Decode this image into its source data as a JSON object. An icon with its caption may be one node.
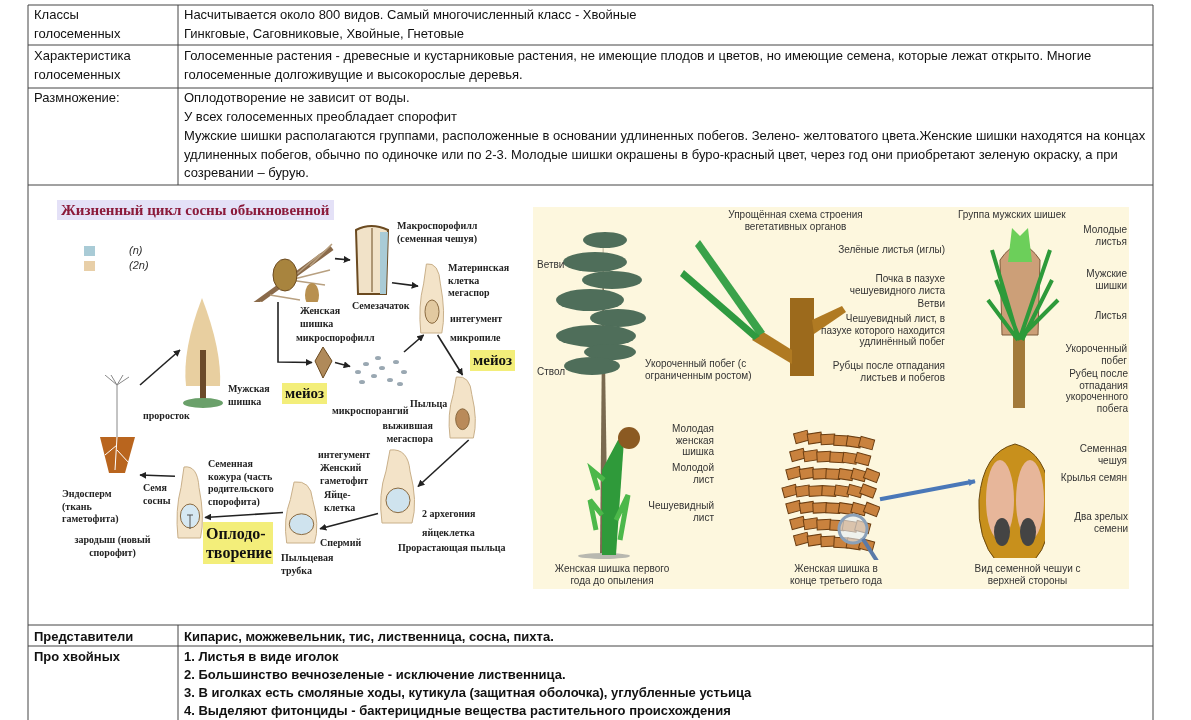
{
  "diagram": {
    "title": "Жизненный цикл сосны обыкновенной",
    "nodes": [
      {
        "text": [],
        "shape": "picture",
        "beside": [
          "проросток"
        ]
      },
      {
        "text": [],
        "shape": "picture",
        "beside": [
          "Мужская шишка"
        ]
      },
      {
        "text": [],
        "shape": "picture"
      },
      {
        "text": [],
        "shape": "picture"
      },
      {
        "text": [],
        "shape": "picture"
      },
      {
        "text": [],
        "shape": "picture"
      },
      {
        "text": [],
        "shape": "picture"
      },
      {
        "text": [],
        "shape": "picture"
      },
      {
        "text": [],
        "shape": "picture"
      },
      {
        "text": [],
        "shape": "picture"
      },
      {
        "text": [],
        "shape": "picture"
      },
      {
        "text": [],
        "shape": "picture"
      },
      {
        "text": [],
        "shape": "picture"
      }
    ],
    "edges": [
      {
        "from": 0,
        "to": 1,
        "arrow": "to"
      },
      {
        "from": 2,
        "to": 3,
        "arrow": "to"
      },
      {
        "from": 3,
        "to": 4,
        "arrow": "to"
      },
      {
        "from": 2,
        "to": 5,
        "arrow": "to"
      },
      {
        "from": 5,
        "to": 6,
        "arrow": "to"
      },
      {
        "from": 6,
        "to": 4,
        "arrow": "to"
      },
      {
        "from": 4,
        "to": 7,
        "arrow": "to"
      },
      {
        "from": 7,
        "to": 8,
        "arrow": "to"
      },
      {
        "from": 8,
        "to": 9,
        "arrow": "to"
      },
      {
        "from": 9,
        "to": 10,
        "arrow": "to"
      },
      {
        "from": 10,
        "to": 0,
        "arrow": "to"
      },
      {
        "from": 11,
        "to": 12,
        "arrow": "to",
        "style": "thick",
        "color": "#4a78b8"
      }
    ],
    "labels": [
      "Классы голосеменных",
      "Насчитывается около 800 видов. Самый многочисленный класс - Хвойные",
      "Гинкговые, Саговниковые, Хвойные, Гнетовые",
      "Характеристика голосеменных",
      "Голосеменные растения - древесные и кустарниковые растения, не имеющие плодов и цветов, но имеющие семена, которые лежат открыто. Многие голосеменные долгоживущие и высокорослые деревья.",
      "Размножение:",
      "Оплодотворение не зависит от воды.",
      "У всех голосеменных преобладает спорофит",
      "Мужские шишки располагаются группами, расположенные в основании удлиненных побегов. Зелено- желтоватого цвета.Женские шишки находятся на концах удлиненных побегов, обычно по одиночке или по 2-3. Молодые шишки окрашены в буро-красный цвет, через год они приобретают зеленую окраску, а при созревании – бурую.",
      "Макроспорофилл (семенная чешуя)",
      "Материнская клетка мегаспор",
      "Семезачаток",
      "Женская шишка",
      "интегумент",
      "микроспорофилл",
      "микропиле",
      "мейоз",
      "мейоз",
      "микроспорангий",
      "Пыльца",
      "выжившая мегаспора",
      "интегумент",
      "Семя сосны",
      "Семенная кожура (часть родительского спорофита)",
      "Женский гаметофит",
      "Эндосперм (ткань гаметофита)",
      "Яйце- клетка",
      "2 архегония",
      "яйцеклетка",
      "Оплодо- творение",
      "Спермий",
      "Прорастающая пыльца",
      "зародыш (новый спорофит)",
      "Пыльцевая трубка",
      "Упрощённая схема строения вегетативных органов",
      "Группа мужских шишек",
      "Ветви",
      "Ствол",
      "Зелёные листья (иглы)",
      "Почка в пазухе чешуевидного листа",
      "Ветви",
      "Чешуевидный лист, в пазухе которого находится удлинённый побег",
      "Укороченный побег (с ограниченным ростом)",
      "Рубцы после отпадания листьев и побегов",
      "Молодые листья",
      "Мужские шишки",
      "Листья",
      "Укороченный побег",
      "Рубец после отпадания укороченного побега",
      "Молодая женская шишка",
      "Молодой лист",
      "Чешуевидный лист",
      "Семенная чешуя",
      "Крылья семян",
      "Два зрелых семени",
      "Женская шишка первого года до опыления",
      "Женская шишка в конце третьего года",
      "Вид семенной чешуи с верхней стороны",
      "Представители",
      "Кипарис, можжевельник, тис, лиственница, сосна, пихта.",
      "Про хвойных",
      "1. Листья в виде иголок",
      "2. Большинство вечнозеленые - исключение лиственница.",
      "3. В иголках есть смоляные ходы, кутикула (защитная оболочка), углубленные устьица",
      "4. Выделяют фитонциды - бактерицидные вещества растительного происхождения"
    ],
    "legend": [
      {
        "text": "(n)",
        "color": "#a9cbd6"
      },
      {
        "text": "(2n)",
        "color": "#e8cfa8"
      }
    ]
  }
}
